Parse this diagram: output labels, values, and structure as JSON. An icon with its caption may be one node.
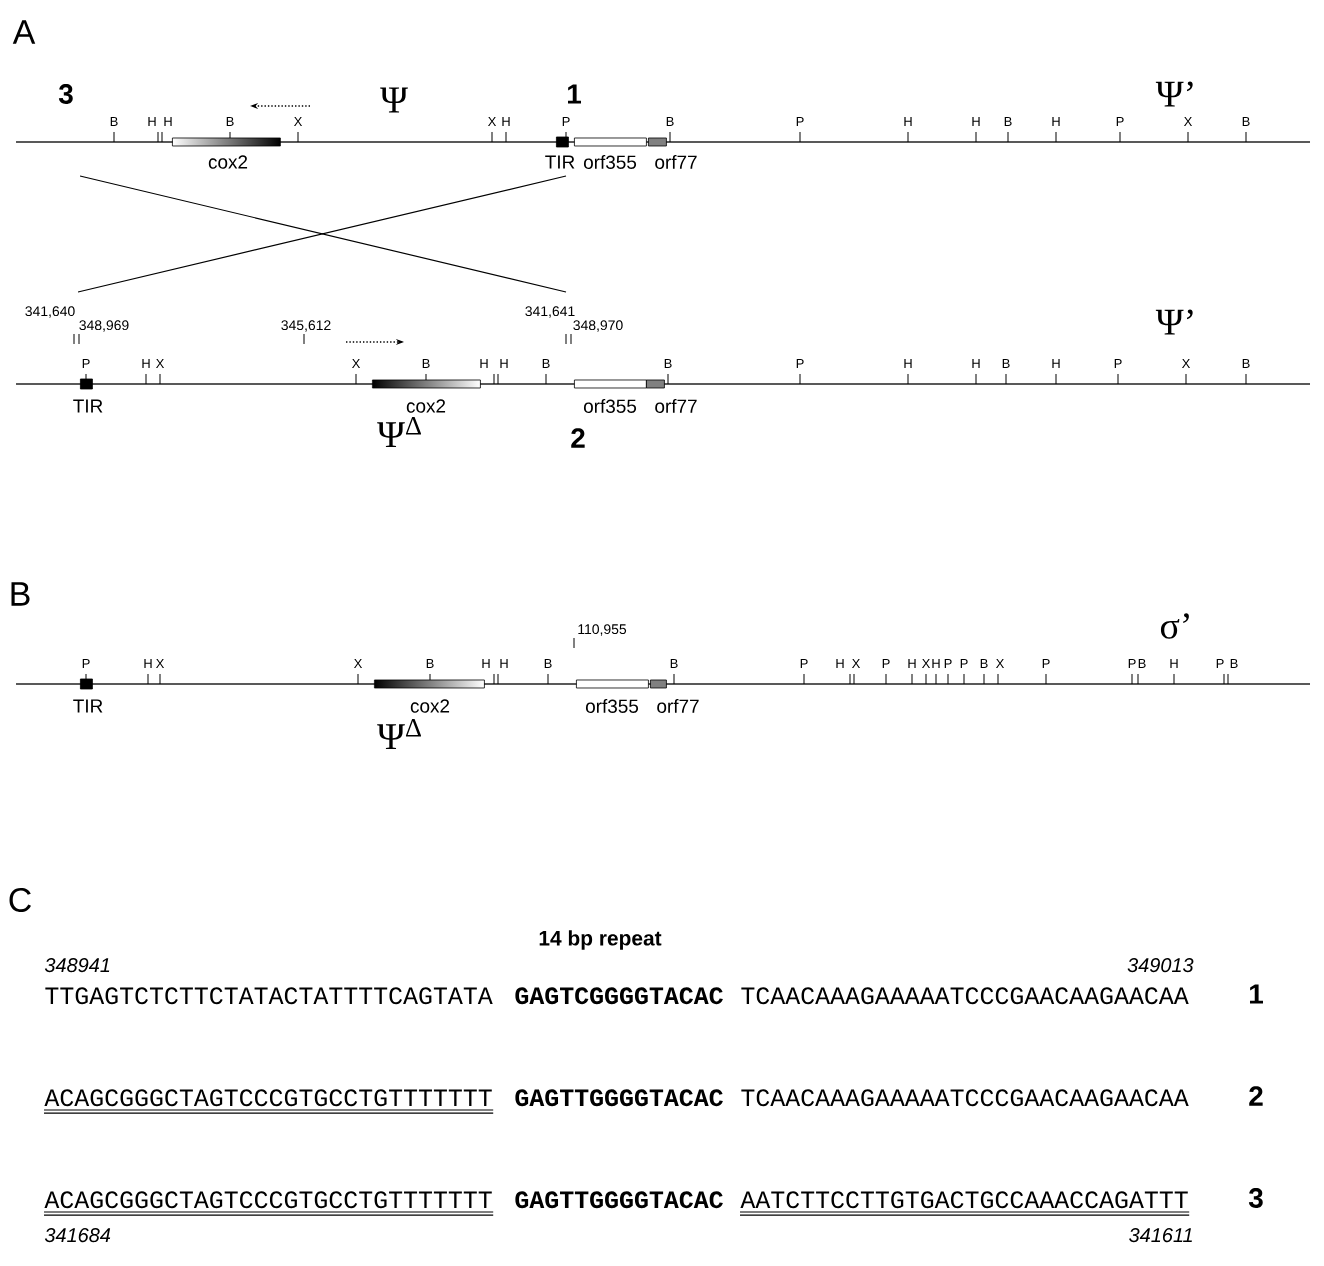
{
  "diagram": {
    "nodes": [
      {
        "text": [
          "cox2"
        ]
      },
      {
        "text": [
          "TIR"
        ]
      },
      {
        "text": [
          "orf355"
        ]
      },
      {
        "text": [
          "orf77"
        ]
      },
      {
        "text": [
          "TIR"
        ]
      },
      {
        "text": [
          "cox2"
        ]
      },
      {
        "text": [
          "orf355"
        ]
      },
      {
        "text": [
          "orf77"
        ]
      },
      {
        "text": [
          "TIR"
        ]
      },
      {
        "text": [
          "cox2"
        ]
      },
      {
        "text": [
          "orf355"
        ]
      },
      {
        "text": [
          "orf77"
        ]
      }
    ],
    "labels": [
      "A",
      "3",
      "Ψ",
      "1",
      "Ψ’",
      "B",
      "H",
      "H",
      "B",
      "X",
      "X",
      "H",
      "P",
      "B",
      "P",
      "H",
      "H",
      "B",
      "H",
      "P",
      "X",
      "B",
      "341,640",
      "348,969",
      "345,612",
      "341,641",
      "348,970",
      "Ψ’",
      "P",
      "H",
      "X",
      "X",
      "B",
      "H",
      "H",
      "B",
      "B",
      "P",
      "H",
      "H",
      "B",
      "H",
      "P",
      "X",
      "B",
      "Ψ$^{Δ}$",
      "2",
      "B",
      "110,955",
      "σ’",
      "P",
      "H",
      "X",
      "X",
      "B",
      "H",
      "H",
      "B",
      "B",
      "P",
      "H",
      "X",
      "P",
      "H",
      "X",
      "H",
      "P",
      "P",
      "B",
      "X",
      "P",
      "P",
      "B",
      "H",
      "P",
      "B",
      "Ψ$^{Δ}$",
      "C",
      "14 bp repeat",
      "348941",
      "349013",
      "TTGAGTCTCTTCTATACTATTTTCAGTATA",
      "GAGTCGGGGTACAC",
      "TCAACAAAGAAAAATCCCGAACAAGAACAA",
      "1",
      "ACAGCGGGCTAGTCCCGTGCCTGTTTTTTT",
      "GAGTTGGGGTACAC",
      "TCAACAAAGAAAAATCCCGAACAAGAACAA",
      "2",
      "ACAGCGGGCTAGTCCCGTGCCTGTTTTTTT",
      "GAGTTGGGGTACAC",
      "AATCTTCCTTGTGACTGCCAAACCAGATTT",
      "3",
      "341684",
      "341611"
    ]
  }
}
